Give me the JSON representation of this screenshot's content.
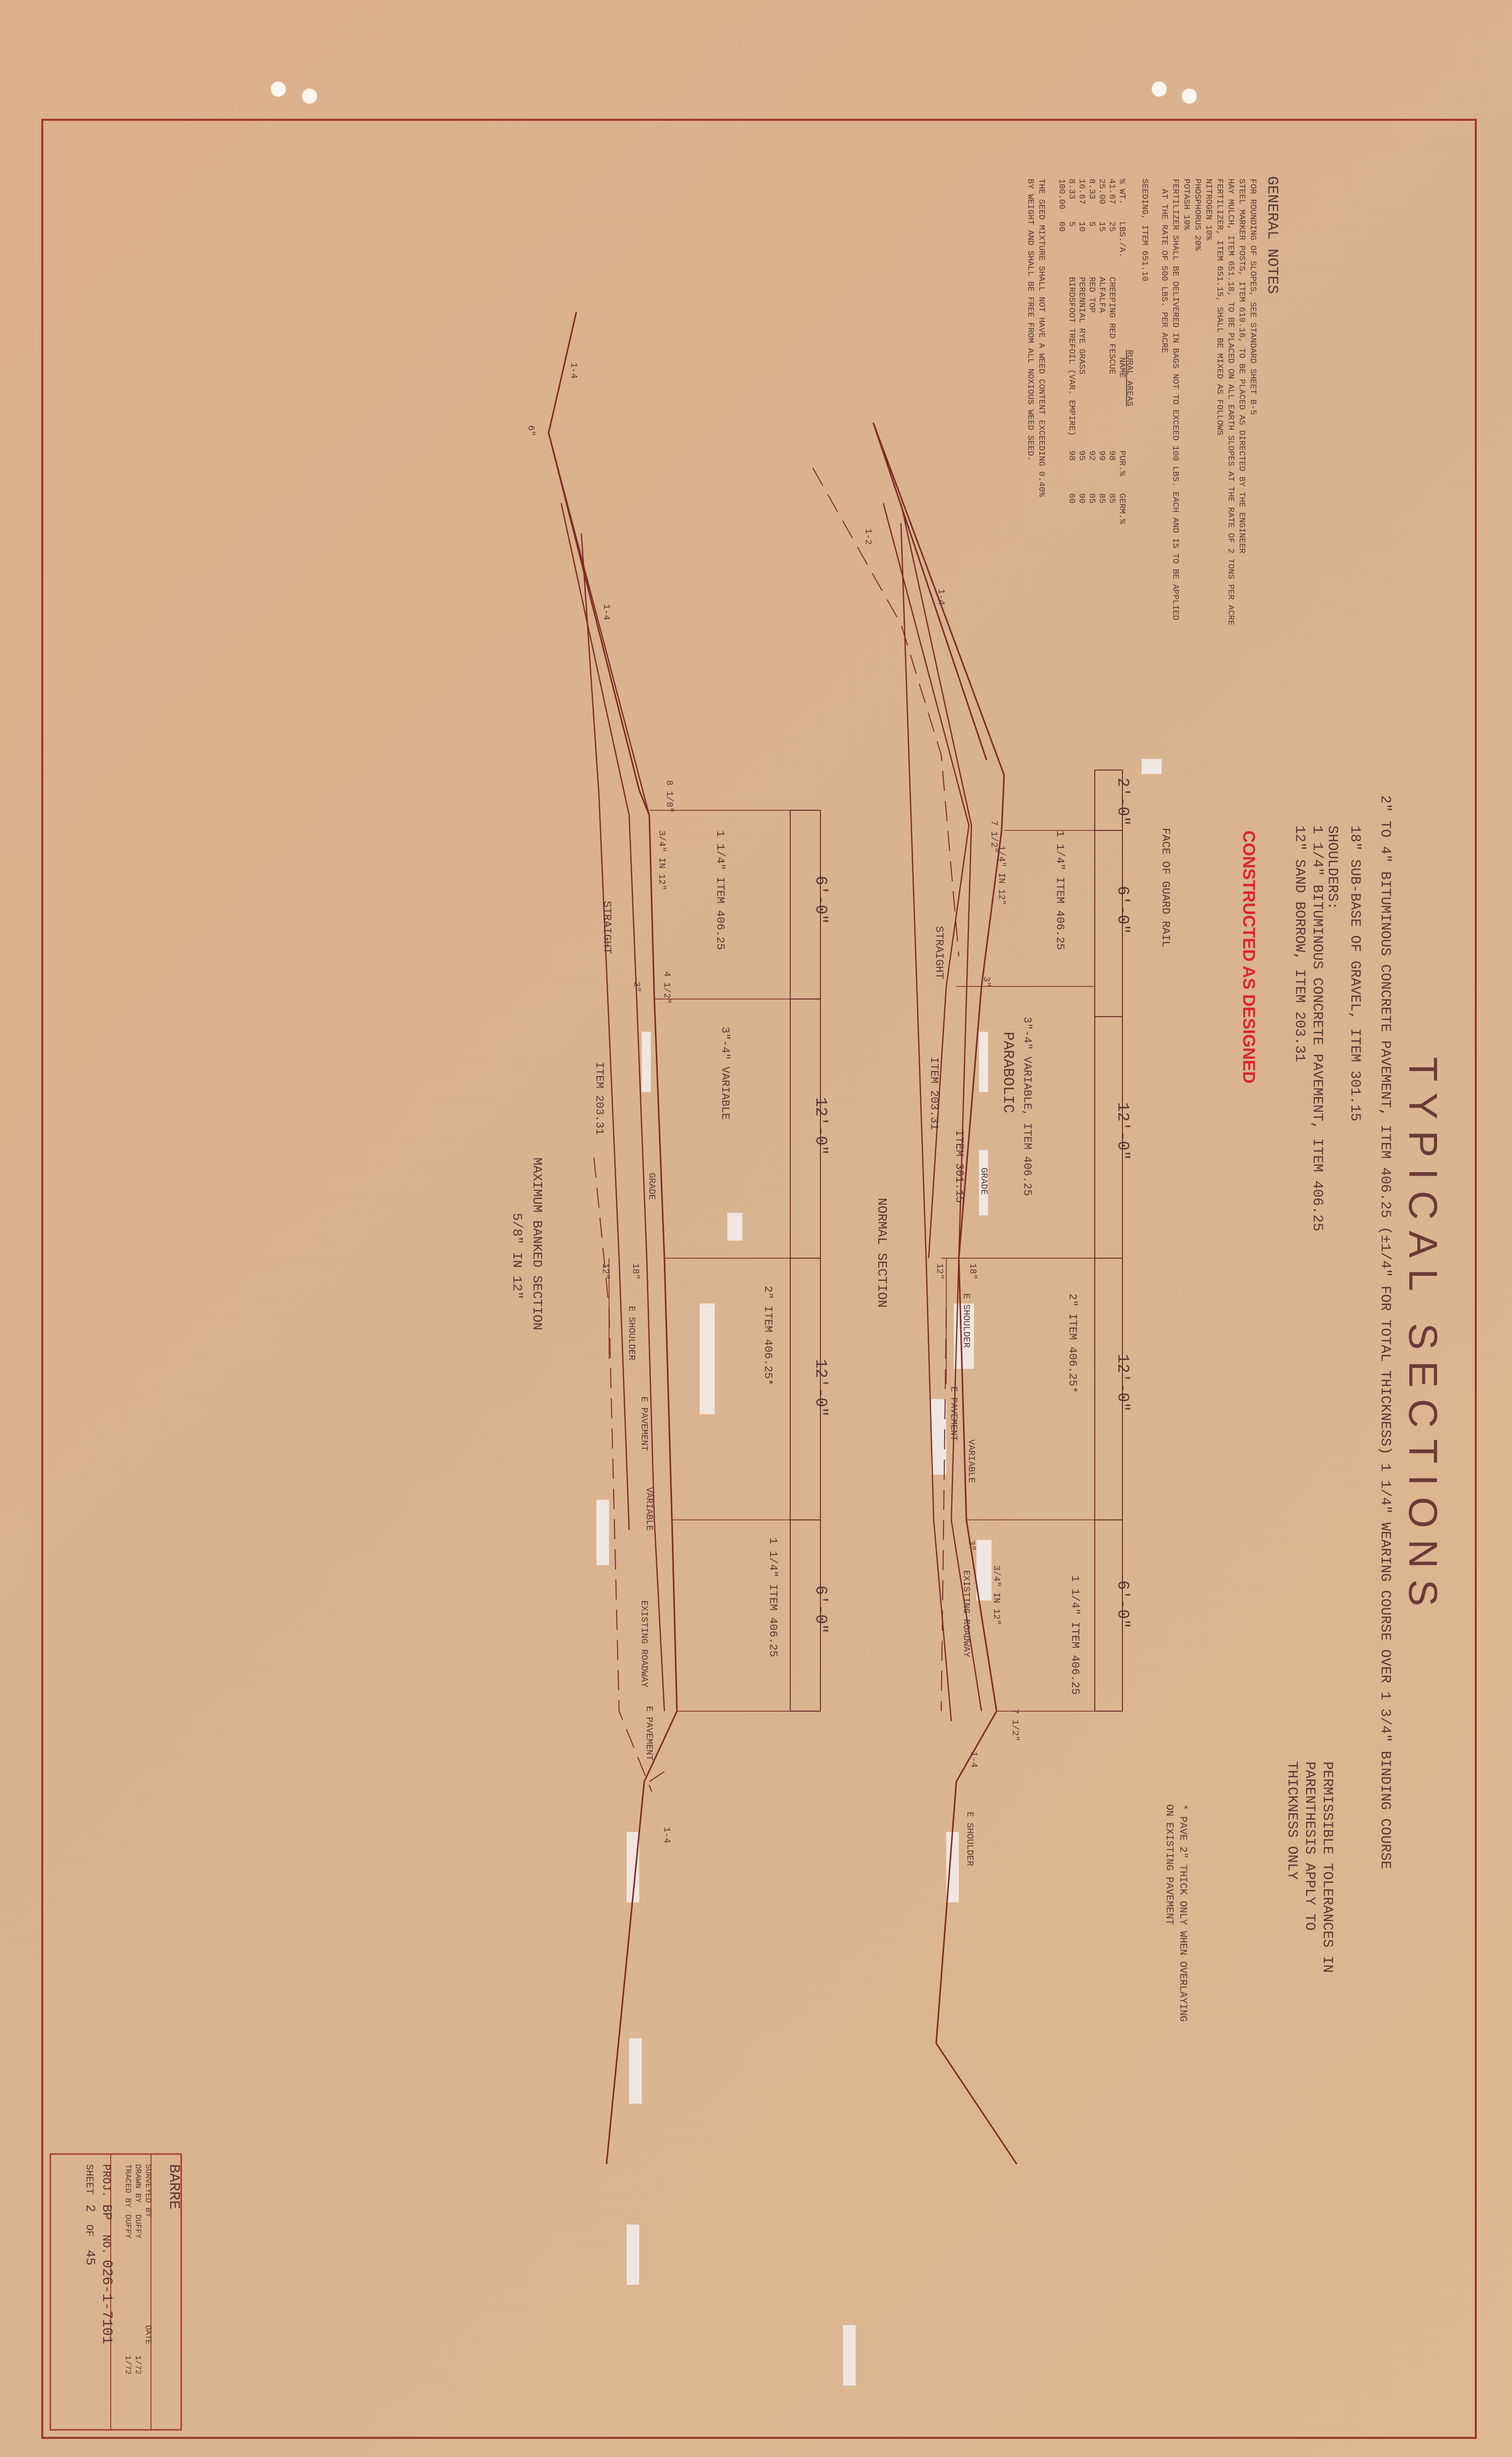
{
  "title": "TYPICAL SECTIONS",
  "spec_lines": [
    "2\" TO 4\" BITUMINOUS CONCRETE PAVEMENT, ITEM 406.25 (±1/4\" FOR TOTAL THICKNESS) 1 1/4\" WEARING COURSE OVER 1 3/4\" BINDING COURSE",
    "18\" SUB-BASE OF GRAVEL, ITEM 301.15",
    "SHOULDERS:",
    "1 1/4\" BITUMINOUS CONCRETE PAVEMENT, ITEM 406.25",
    "12\" SAND BORROW, ITEM 203.31"
  ],
  "stamp": "CONSTRUCTED AS DESIGNED",
  "tolerance_note": [
    "PERMISSIBLE TOLERANCES IN",
    "PARENTHESIS APPLY TO",
    "THICKNESS ONLY"
  ],
  "footnote": [
    "* PAVE 2\" THICK ONLY WHEN OVERLAYING",
    "ON EXISTING PAVEMENT"
  ],
  "general_notes": {
    "heading": "GENERAL NOTES",
    "lines": [
      "FOR ROUNDING OF SLOPES, SEE STANDARD SHEET B-5",
      "STEEL MARKER POSTS, ITEM 619.16, TO BE PLACED AS DIRECTED BY THE ENGINEER",
      "HAY MULCH, ITEM 651.18, TO BE PLACED ON ALL EARTH SLOPES AT THE RATE OF 2 TONS PER ACRE",
      "FERTILIZER, ITEM 651.15, SHALL BE MIXED AS FOLLOWS",
      "NITROGEN      10%",
      "PHOSPHORUS    20%",
      "POTASH        10%",
      "FERTILIZER SHALL BE DELIVERED IN BAGS NOT TO EXCEED 100 LBS. EACH AND IS TO BE APPLIED",
      "AT THE RATE OF 500 LBS. PER ACRE"
    ],
    "seeding_heading": "SEEDING, ITEM 651.10",
    "table_title": "RURAL AREAS",
    "table_headers": [
      "% WT.",
      "LBS./A.",
      "NAME",
      "PUR.%",
      "GERM.%"
    ],
    "table_rows": [
      [
        "41.67",
        "25",
        "CREEPING RED FESCUE",
        "98",
        "85"
      ],
      [
        "25.00",
        "15",
        "ALFALFA",
        "99",
        "85"
      ],
      [
        "8.33",
        "5",
        "RED TOP",
        "92",
        "85"
      ],
      [
        "16.67",
        "10",
        "PERENNIAL RYE GRASS",
        "95",
        "90"
      ],
      [
        "8.33",
        "5",
        "BIRDSFOOT TREFOIL (VAR. EMPIRE)",
        "98",
        "60"
      ],
      [
        "100.00",
        "60",
        "",
        "",
        ""
      ]
    ],
    "closing": [
      "THE SEED MIXTURE SHALL NOT HAVE A WEED CONTENT EXCEEDING 0.40%",
      "BY WEIGHT AND SHALL BE FREE FROM ALL NOXIOUS WEED SEED."
    ]
  },
  "normal_section": {
    "label": "NORMAL SECTION",
    "dims": [
      "2'-0\"",
      "6'-0\"",
      "12'-0\"",
      "12'-0\"",
      "6'-0\""
    ],
    "labels": {
      "face_guard_rail": "FACE OF GUARD RAIL",
      "item_shoulder_left": "1 1/4\" ITEM 406.25",
      "variable": "3\"-4\" VARIABLE, ITEM 406.25",
      "parabolic": "PARABOLIC",
      "straight": "STRAIGHT",
      "item_203": "ITEM 203.31",
      "item_301": "ITEM 301.15",
      "grade": "GRADE",
      "pave_center": "2\" ITEM 406.25*",
      "shoulder_right": "1 1/4\" ITEM 406.25",
      "e_shoulder": "E SHOULDER",
      "e_pavement": "E PAVEMENT",
      "variable_small": "VARIABLE",
      "existing_roadway": "EXISTING ROADWAY",
      "slope_left": "1/4\" IN 12\"",
      "slope_right": "3/4\" IN 12\"",
      "slope_1_2": "1-2",
      "slope_1_4": "1-4",
      "slope_1_4b": "1-4",
      "val_18": "18\"",
      "val_12": "12\"",
      "val_3a": "3\"",
      "val_3b": "3\"",
      "val_71": "7 1/2\"",
      "val_71b": "7 1/2\"",
      "e_shoulder_far": "E SHOULDER"
    }
  },
  "banked_section": {
    "label": "MAXIMUM BANKED SECTION",
    "sublabel": "5/8\" IN 12\"",
    "dims": [
      "6'-0\"",
      "12'-0\"",
      "12'-0\"",
      "6'-0\""
    ],
    "labels": {
      "item_left": "1 1/4\" ITEM 406.25",
      "variable": "3\"-4\" VARIABLE",
      "straight": "STRAIGHT",
      "item_203": "ITEM 203.31",
      "grade": "GRADE",
      "pave_center": "2\" ITEM 406.25*",
      "item_right": "1 1/4\" ITEM 406.25",
      "e_shoulder": "E SHOULDER",
      "e_pavement": "E PAVEMENT",
      "variable_small": "VARIABLE",
      "existing_roadway": "EXISTING ROADWAY",
      "e_pavement_far": "E PAVEMENT",
      "slope_left": "3/4\" IN 12\"",
      "slope_1_4": "1-4",
      "slope_1_4b": "1-4",
      "slope_1_4c": "1-4",
      "val_81": "8 1/8\"",
      "val_41": "4 1/2\"",
      "val_18": "18\"",
      "val_12": "12\"",
      "val_3": "3\"",
      "val_6": "6\""
    }
  },
  "title_block": {
    "town": "BARRE",
    "surveyed": "SURVEYED BY",
    "drawn": "DRAWN BY",
    "drawn_name": "DUFFY",
    "traced": "TRACED BY",
    "traced_name": "DUFFY",
    "date_label": "DATE",
    "date_drawn": "1/72",
    "date_traced": "1/72",
    "proj_label": "PROJ.",
    "proj": "BP",
    "no_label": "NO.",
    "no": "026-1-7101",
    "sheet_label": "SHEET",
    "sheet": "2",
    "of_label": "OF",
    "of": "45"
  }
}
